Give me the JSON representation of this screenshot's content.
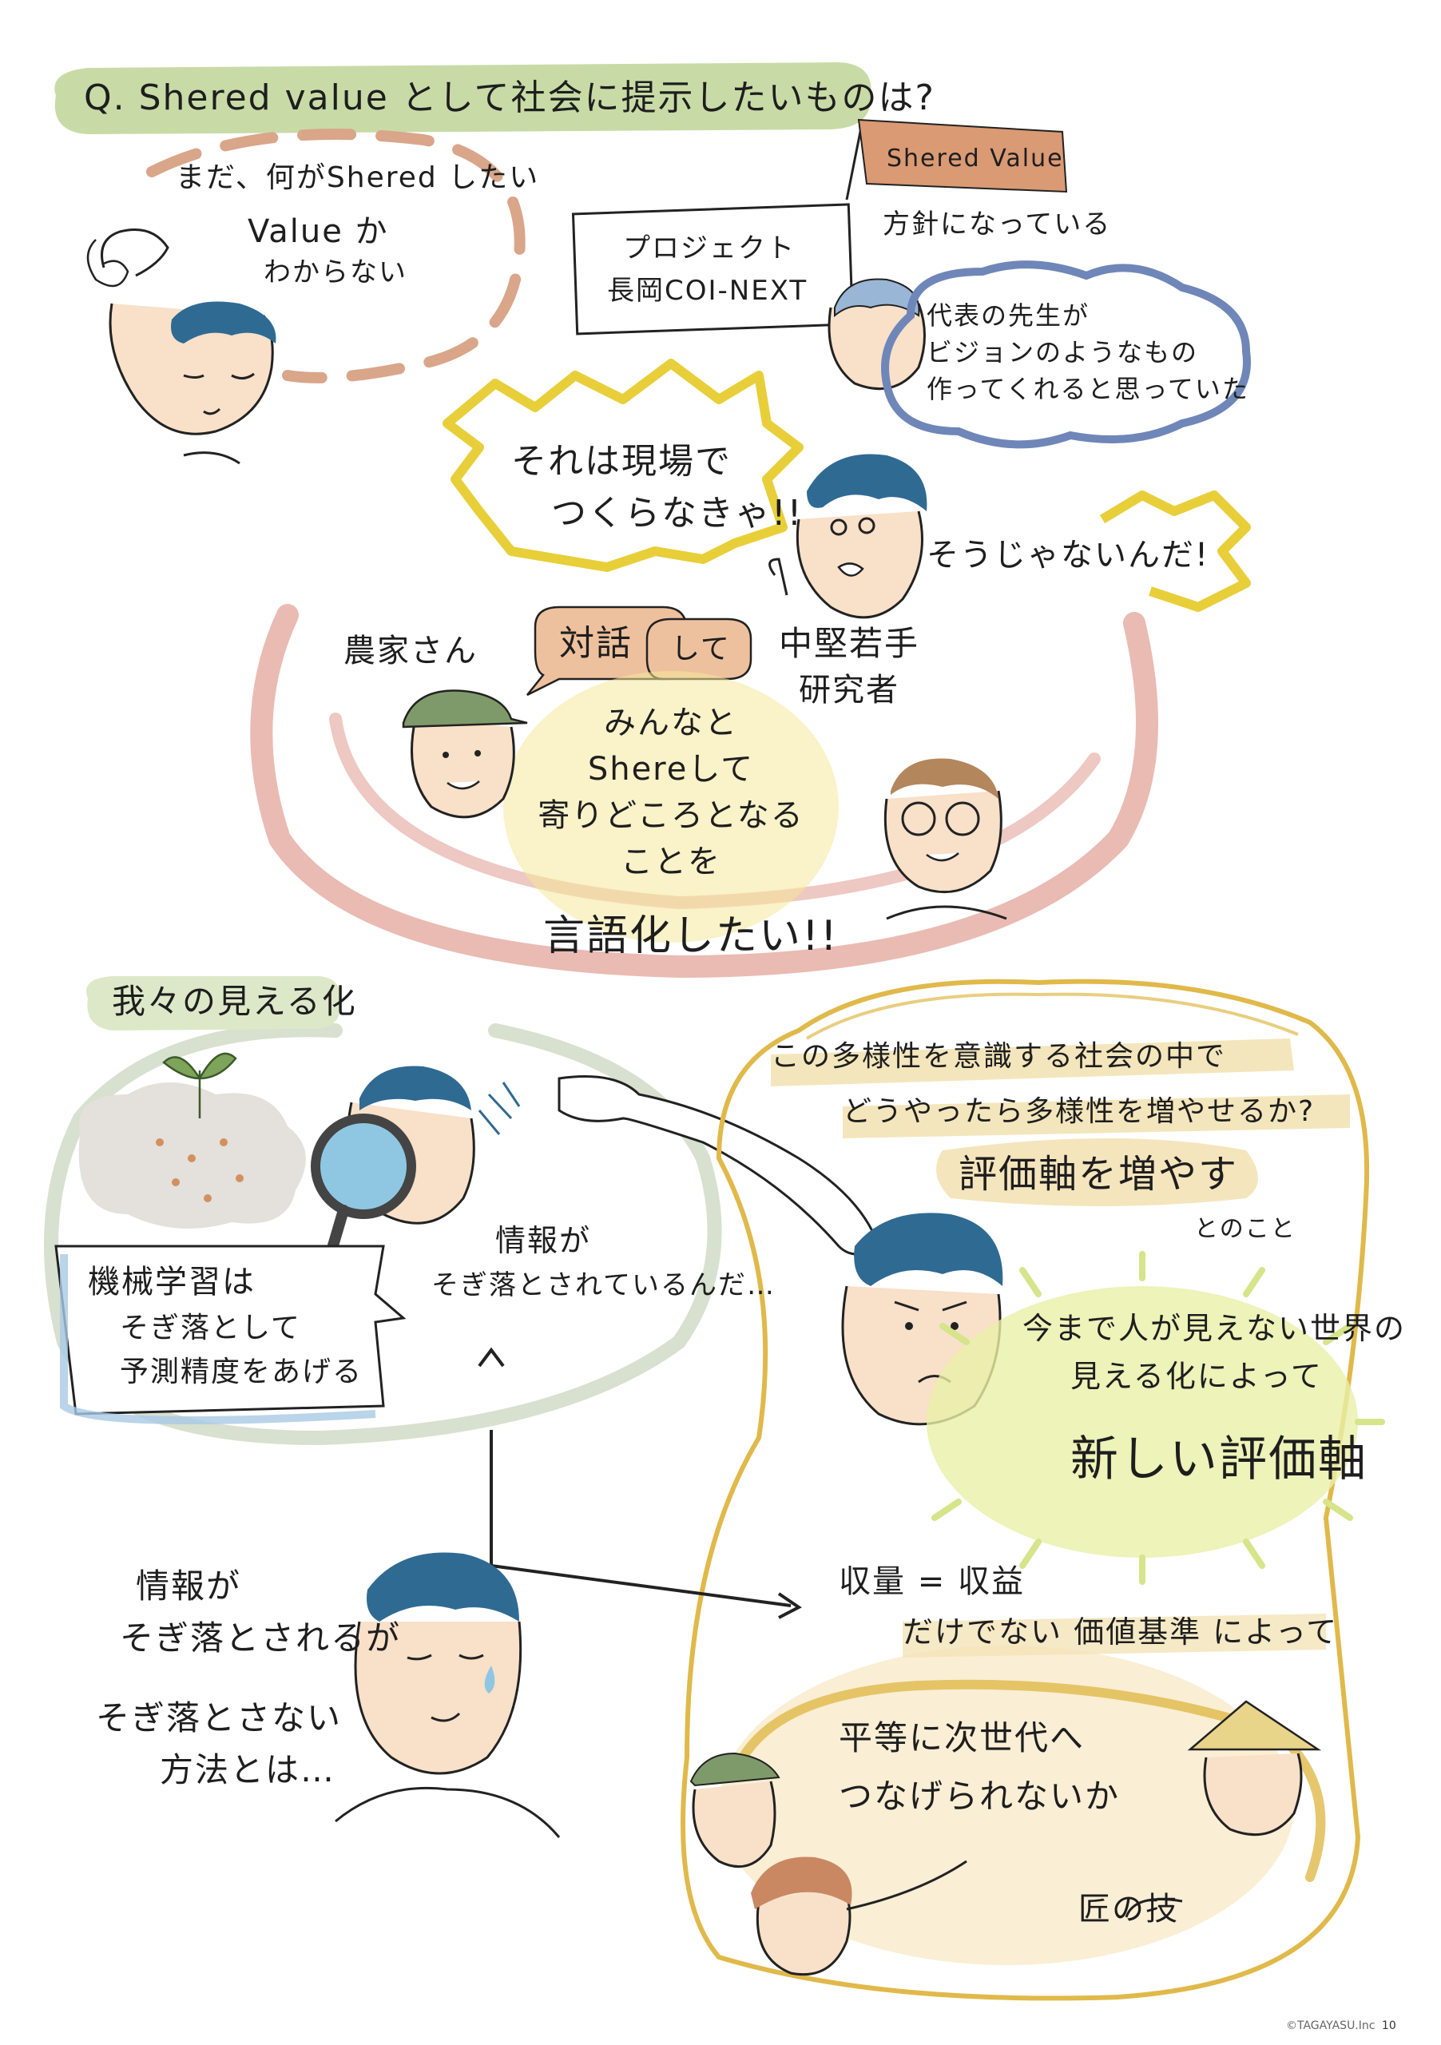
{
  "question": "Q. Shered value として社会に提示したいものは?",
  "top_left_thought": [
    "まだ、何がShered したい",
    "Value か",
    "わからない"
  ],
  "project_box": [
    "プロジェクト",
    "長岡COI-NEXT"
  ],
  "flag_label": "Shered Value",
  "policy_text": "方針になっている",
  "cloud_text": [
    "代表の先生が",
    "ビジョンのようなもの",
    "作ってくれると思っていた"
  ],
  "burst_left": [
    "それは現場で",
    "つくらなきゃ!!"
  ],
  "burst_right": "そうじゃないんだ!",
  "farmer_label": "農家さん",
  "dialog_bubble": "対話",
  "dialog_suffix": "して",
  "researcher_label": [
    "中堅若手",
    "研究者"
  ],
  "center_text": [
    "みんなと",
    "Shereして",
    "寄りどころとなる",
    "ことを"
  ],
  "center_strong": "言語化したい!!",
  "lower_left_title": "我々の見える化",
  "ml_note": [
    "機械学習は",
    "そぎ落として",
    "予測精度をあげる"
  ],
  "info_lost": [
    "情報が",
    "そぎ落とされているんだ…"
  ],
  "right_q": [
    "この多様性を意識する社会の中で",
    "どうやったら多様性を増やせるか?"
  ],
  "increase_axis": "評価軸を増やす",
  "tonokoto": "とのこと",
  "visible_text": [
    "今まで人が見えない世界の",
    "見える化によって"
  ],
  "new_axis": "新しい評価軸",
  "bottom_left": [
    "情報が",
    "そぎ落とされるが",
    "そぎ落とさない",
    "方法とは…"
  ],
  "yield_line": "収量 = 収益",
  "value_line": "だけでない 価値基準 によって",
  "next_gen": [
    "平等に次世代へ",
    "つなげられないか"
  ],
  "craft": "匠の技",
  "copyright": "©TAGAYASU.Inc",
  "page_number": "10",
  "colors": {
    "green_band": "#c5d9a6",
    "salmon_dash": "#d8a588",
    "flag": "#d99a74",
    "cloud_blue": "#6f86b8",
    "burst_yellow": "#e8cf3a",
    "pink_swirl": "#e3a49a",
    "gold_outline": "#e0b94a",
    "hair_blue": "#2f6a93",
    "skin": "#f7dfc8"
  }
}
